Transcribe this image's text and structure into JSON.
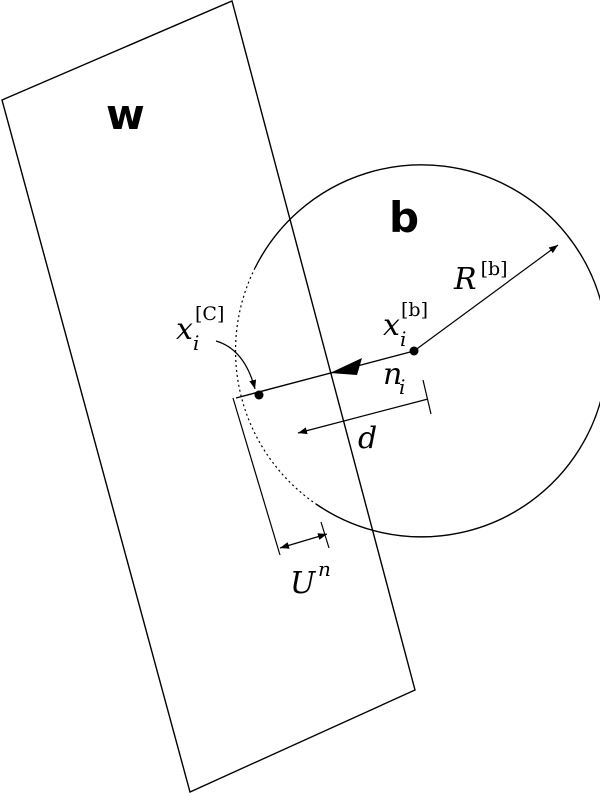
{
  "labels": {
    "wall": "w",
    "body": "b",
    "radius_main": "R",
    "radius_sup": "[b]",
    "center_main": "x",
    "center_sub": "i",
    "center_sup": "[b]",
    "contact_main": "x",
    "contact_sub": "i",
    "contact_sup": "[C]",
    "normal_main": "n",
    "normal_sub": "i",
    "distance": "d",
    "overlap_main": "U",
    "overlap_sup": "n"
  },
  "colors": {
    "stroke": "#000000",
    "background": "#ffffff"
  }
}
